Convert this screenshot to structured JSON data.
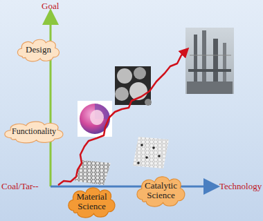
{
  "diagram": {
    "nodes": [
      {
        "text": [
          "Design"
        ]
      },
      {
        "text": [
          "Functionality"
        ]
      },
      {
        "text": [
          "Material Science"
        ]
      },
      {
        "text": [
          "Catalytic Science"
        ]
      }
    ],
    "labels": [
      "Goal",
      "Coal/Tar--",
      "Technology"
    ]
  }
}
